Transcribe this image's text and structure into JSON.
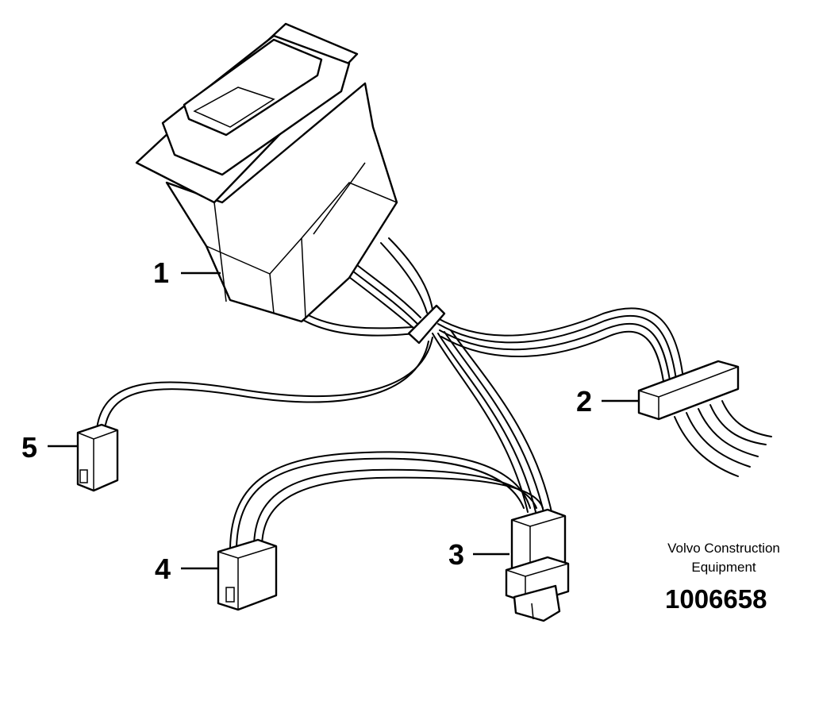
{
  "callouts": [
    {
      "id": "1",
      "label": "1",
      "part": "rocker-switch"
    },
    {
      "id": "2",
      "label": "2",
      "part": "multi-pin-connector"
    },
    {
      "id": "3",
      "label": "3",
      "part": "plug-connector"
    },
    {
      "id": "4",
      "label": "4",
      "part": "two-pin-connector"
    },
    {
      "id": "5",
      "label": "5",
      "part": "single-connector"
    }
  ],
  "brand": {
    "line1": "Volvo Construction",
    "line2": "Equipment"
  },
  "reference_number": "1006658"
}
